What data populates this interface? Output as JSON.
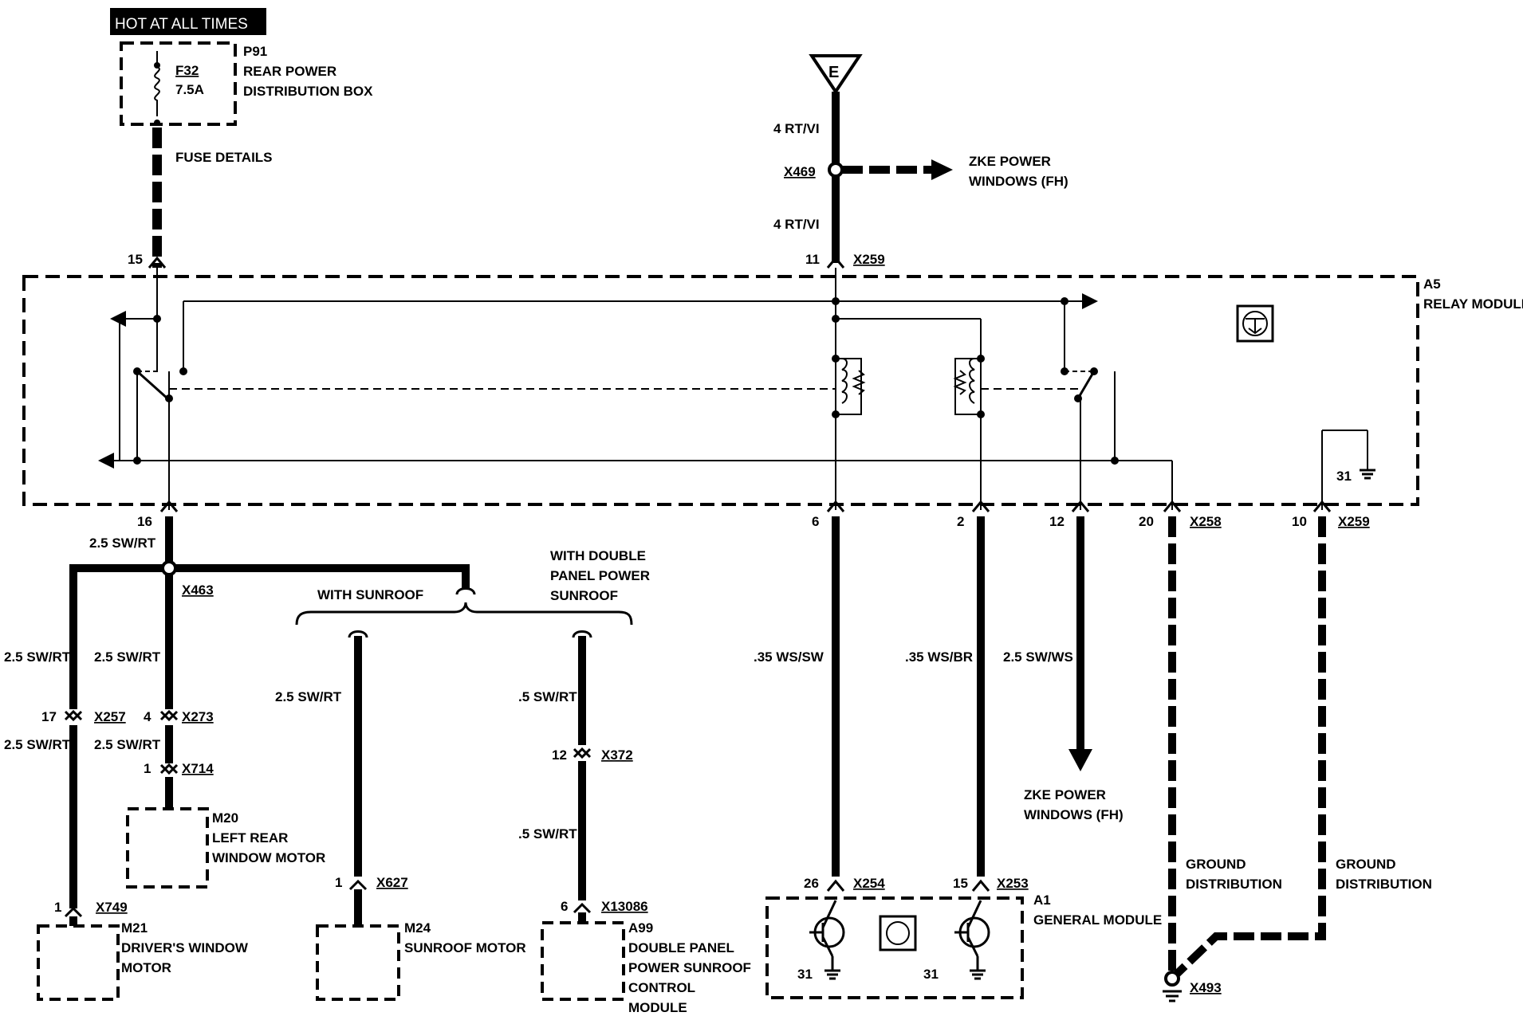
{
  "power_source": {
    "hot_label": "HOT AT ALL TIMES",
    "box_id": "P91",
    "box_name_1": "REAR POWER",
    "box_name_2": "DISTRIBUTION BOX",
    "fuse_id": "F32",
    "fuse_rating": "7.5A",
    "fuse_details": "FUSE DETAILS",
    "pin": "15"
  },
  "feed_e": {
    "symbol": "E",
    "wire_top": "4 RT/VI",
    "splice": "X469",
    "wire_bottom": "4 RT/VI",
    "pin": "11",
    "connector": "X259",
    "branch_1": "ZKE POWER",
    "branch_2": "WINDOWS (FH)"
  },
  "relay_module": {
    "id": "A5",
    "name": "RELAY MODULE"
  },
  "relay_pins": {
    "p16": "16",
    "p6": "6",
    "p2": "2",
    "p12": "12",
    "p20": "20",
    "x258": "X258",
    "p10": "10",
    "x259": "X259",
    "internal_ground": "31"
  },
  "left_branch": {
    "wire_main": "2.5 SW/RT",
    "splice": "X463",
    "with_sunroof": "WITH SUNROOF",
    "with_double_1": "WITH DOUBLE",
    "with_double_2": "PANEL POWER",
    "with_double_3": "SUNROOF",
    "wire_left_a": "2.5 SW/RT",
    "wire_mid_a": "2.5 SW/RT",
    "x257_pin": "17",
    "x257": "X257",
    "x273_pin": "4",
    "x273": "X273",
    "wire_left_b": "2.5 SW/RT",
    "wire_mid_b": "2.5 SW/RT",
    "x714_pin": "1",
    "x714": "X714",
    "m20_id": "M20",
    "m20_1": "LEFT REAR",
    "m20_2": "WINDOW MOTOR",
    "x749_pin": "1",
    "x749": "X749",
    "m21_id": "M21",
    "m21_1": "DRIVER'S WINDOW",
    "m21_2": "MOTOR",
    "sunroof_wire": "2.5 SW/RT",
    "x627_pin": "1",
    "x627": "X627",
    "m24_id": "M24",
    "m24_name": "SUNROOF MOTOR",
    "dp_wire_a": ".5 SW/RT",
    "x372_pin": "12",
    "x372": "X372",
    "dp_wire_b": ".5 SW/RT",
    "x13086_pin": "6",
    "x13086": "X13086",
    "a99_id": "A99",
    "a99_1": "DOUBLE PANEL",
    "a99_2": "POWER SUNROOF",
    "a99_3": "CONTROL",
    "a99_4": "MODULE"
  },
  "right_branch": {
    "wire_6": ".35 WS/SW",
    "wire_2": ".35 WS/BR",
    "wire_12": "2.5 SW/WS",
    "zke_1": "ZKE POWER",
    "zke_2": "WINDOWS (FH)",
    "gm_pin_a": "26",
    "gm_conn_a": "X254",
    "gm_pin_b": "15",
    "gm_conn_b": "X253",
    "gm_id": "A1",
    "gm_name": "GENERAL MODULE",
    "gm_gnd_a": "31",
    "gm_gnd_b": "31",
    "ground_1a": "GROUND",
    "ground_1b": "DISTRIBUTION",
    "ground_2a": "GROUND",
    "ground_2b": "DISTRIBUTION",
    "ground_point": "X493"
  }
}
